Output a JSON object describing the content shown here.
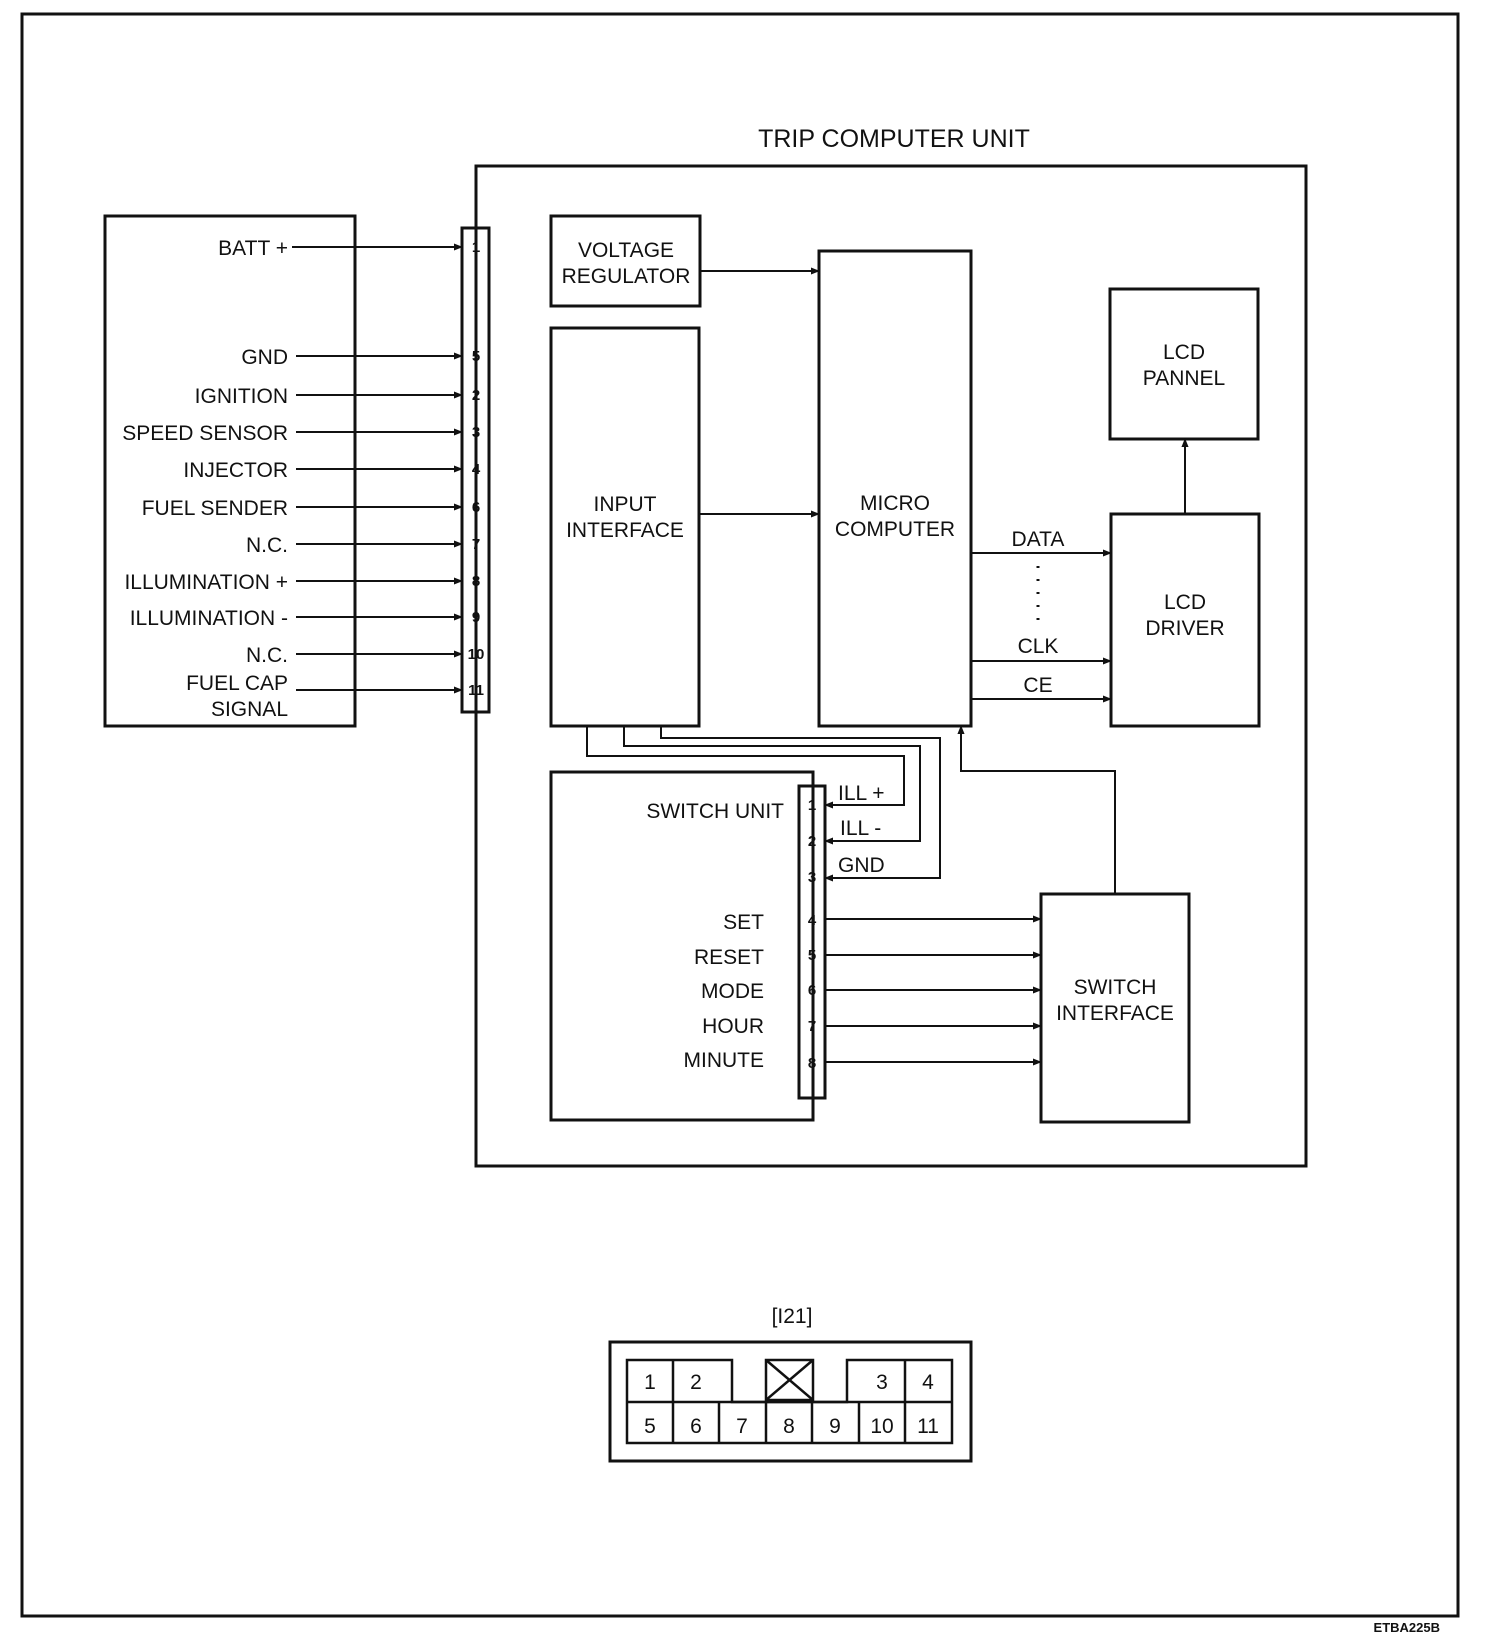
{
  "title": "TRIP COMPUTER UNIT",
  "figure_code": "ETBA225B",
  "left_signals": [
    {
      "label": "BATT +",
      "pin": "1"
    },
    {
      "label": "GND",
      "pin": "5"
    },
    {
      "label": "IGNITION",
      "pin": "2"
    },
    {
      "label": "SPEED SENSOR",
      "pin": "3"
    },
    {
      "label": "INJECTOR",
      "pin": "4"
    },
    {
      "label": "FUEL SENDER",
      "pin": "6"
    },
    {
      "label": "N.C.",
      "pin": "7"
    },
    {
      "label": "ILLUMINATION +",
      "pin": "8"
    },
    {
      "label": "ILLUMINATION -",
      "pin": "9"
    },
    {
      "label": "N.C.",
      "pin": "10"
    },
    {
      "label": "FUEL CAP",
      "label2": "SIGNAL",
      "pin": "11"
    }
  ],
  "blocks": {
    "voltage_regulator": [
      "VOLTAGE",
      "REGULATOR"
    ],
    "input_interface": [
      "INPUT",
      "INTERFACE"
    ],
    "micro_computer": [
      "MICRO",
      "COMPUTER"
    ],
    "lcd_pannel": [
      "LCD",
      "PANNEL"
    ],
    "lcd_driver": [
      "LCD",
      "DRIVER"
    ],
    "switch_interface": [
      "SWITCH",
      "INTERFACE"
    ],
    "switch_unit": "SWITCH UNIT"
  },
  "bus_signals": [
    "DATA",
    "CLK",
    "CE"
  ],
  "switch_unit_pins": [
    {
      "label": "",
      "pin": "1",
      "wire_label": "ILL +"
    },
    {
      "label": "",
      "pin": "2",
      "wire_label": "ILL -"
    },
    {
      "label": "",
      "pin": "3",
      "wire_label": "GND"
    },
    {
      "label": "SET",
      "pin": "4",
      "wire_label": ""
    },
    {
      "label": "RESET",
      "pin": "5",
      "wire_label": ""
    },
    {
      "label": "MODE",
      "pin": "6",
      "wire_label": ""
    },
    {
      "label": "HOUR",
      "pin": "7",
      "wire_label": ""
    },
    {
      "label": "MINUTE",
      "pin": "8",
      "wire_label": ""
    }
  ],
  "connector": {
    "name": "[I21]",
    "top_row_left": [
      "1",
      "2"
    ],
    "top_row_right": [
      "3",
      "4"
    ],
    "bottom_row": [
      "5",
      "6",
      "7",
      "8",
      "9",
      "10",
      "11"
    ]
  }
}
